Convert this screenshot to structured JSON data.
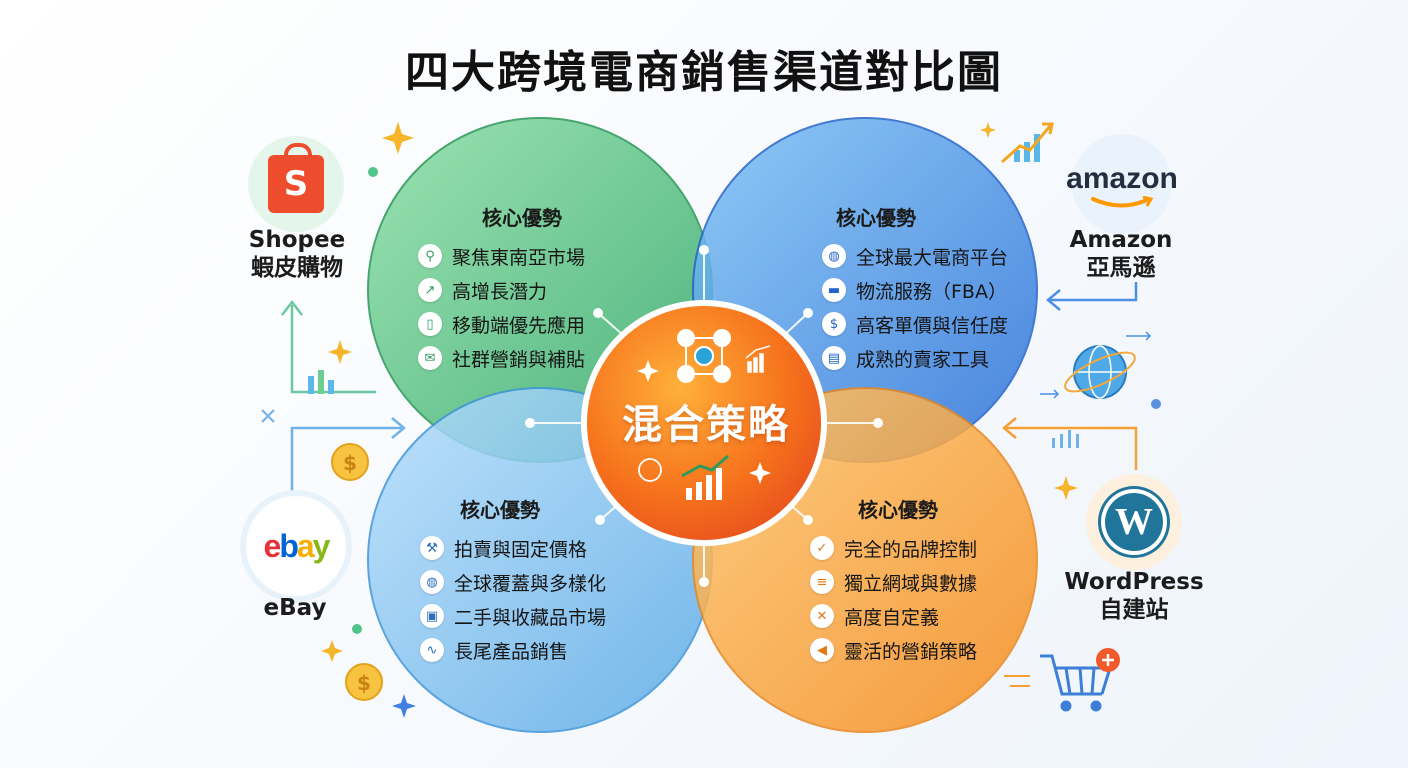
{
  "title": "四大跨境電商銷售渠道對比圖",
  "center": {
    "label": "混合策略"
  },
  "quadrants": [
    {
      "id": "shopee",
      "heading": "核心優勢",
      "items": [
        {
          "icon": "location-pin-icon",
          "text": "聚焦東南亞市場"
        },
        {
          "icon": "growth-chart-icon",
          "text": "高增長潛力"
        },
        {
          "icon": "mobile-phone-icon",
          "text": "移動端優先應用"
        },
        {
          "icon": "chat-bubble-icon",
          "text": "社群營銷與補貼"
        }
      ]
    },
    {
      "id": "amazon",
      "heading": "核心優勢",
      "items": [
        {
          "icon": "globe-icon",
          "text": "全球最大電商平台"
        },
        {
          "icon": "delivery-truck-icon",
          "text": "物流服務（FBA）"
        },
        {
          "icon": "money-bag-icon",
          "text": "高客單價與信任度"
        },
        {
          "icon": "toolbox-icon",
          "text": "成熟的賣家工具"
        }
      ]
    },
    {
      "id": "ebay",
      "heading": "核心優勢",
      "items": [
        {
          "icon": "gavel-icon",
          "text": "拍賣與固定價格"
        },
        {
          "icon": "globe-icon",
          "text": "全球覆蓋與多樣化"
        },
        {
          "icon": "box-icon",
          "text": "二手與收藏品市場"
        },
        {
          "icon": "long-tail-curve-icon",
          "text": "長尾產品銷售"
        }
      ]
    },
    {
      "id": "wordpress",
      "heading": "核心優勢",
      "items": [
        {
          "icon": "shield-check-icon",
          "text": "完全的品牌控制"
        },
        {
          "icon": "database-icon",
          "text": "獨立網域與數據"
        },
        {
          "icon": "tools-icon",
          "text": "高度自定義"
        },
        {
          "icon": "megaphone-icon",
          "text": "靈活的營銷策略"
        }
      ]
    }
  ],
  "brands": {
    "shopee": {
      "logo_text": "S",
      "name_line1": "Shopee",
      "name_line2": "蝦皮購物"
    },
    "amazon": {
      "logo_text": "amazon",
      "name_line1": "Amazon",
      "name_line2": "亞馬遜"
    },
    "ebay": {
      "logo_e": "e",
      "logo_b": "b",
      "logo_a": "a",
      "logo_y": "y",
      "name_line1": "eBay"
    },
    "wordpress": {
      "logo_text": "W",
      "name_line1": "WordPress",
      "name_line2": "自建站"
    }
  },
  "colors": {
    "shopee_circle": "#4cc17a",
    "amazon_circle": "#3d8fe6",
    "ebay_circle": "#6db8ee",
    "wordpress_circle": "#f7a236",
    "center_circle": "#f46a1f",
    "shopee_brand": "#ee4d2d",
    "amazon_brand": "#232f3e",
    "amazon_smile": "#ff9900",
    "wordpress_brand": "#21759b"
  }
}
